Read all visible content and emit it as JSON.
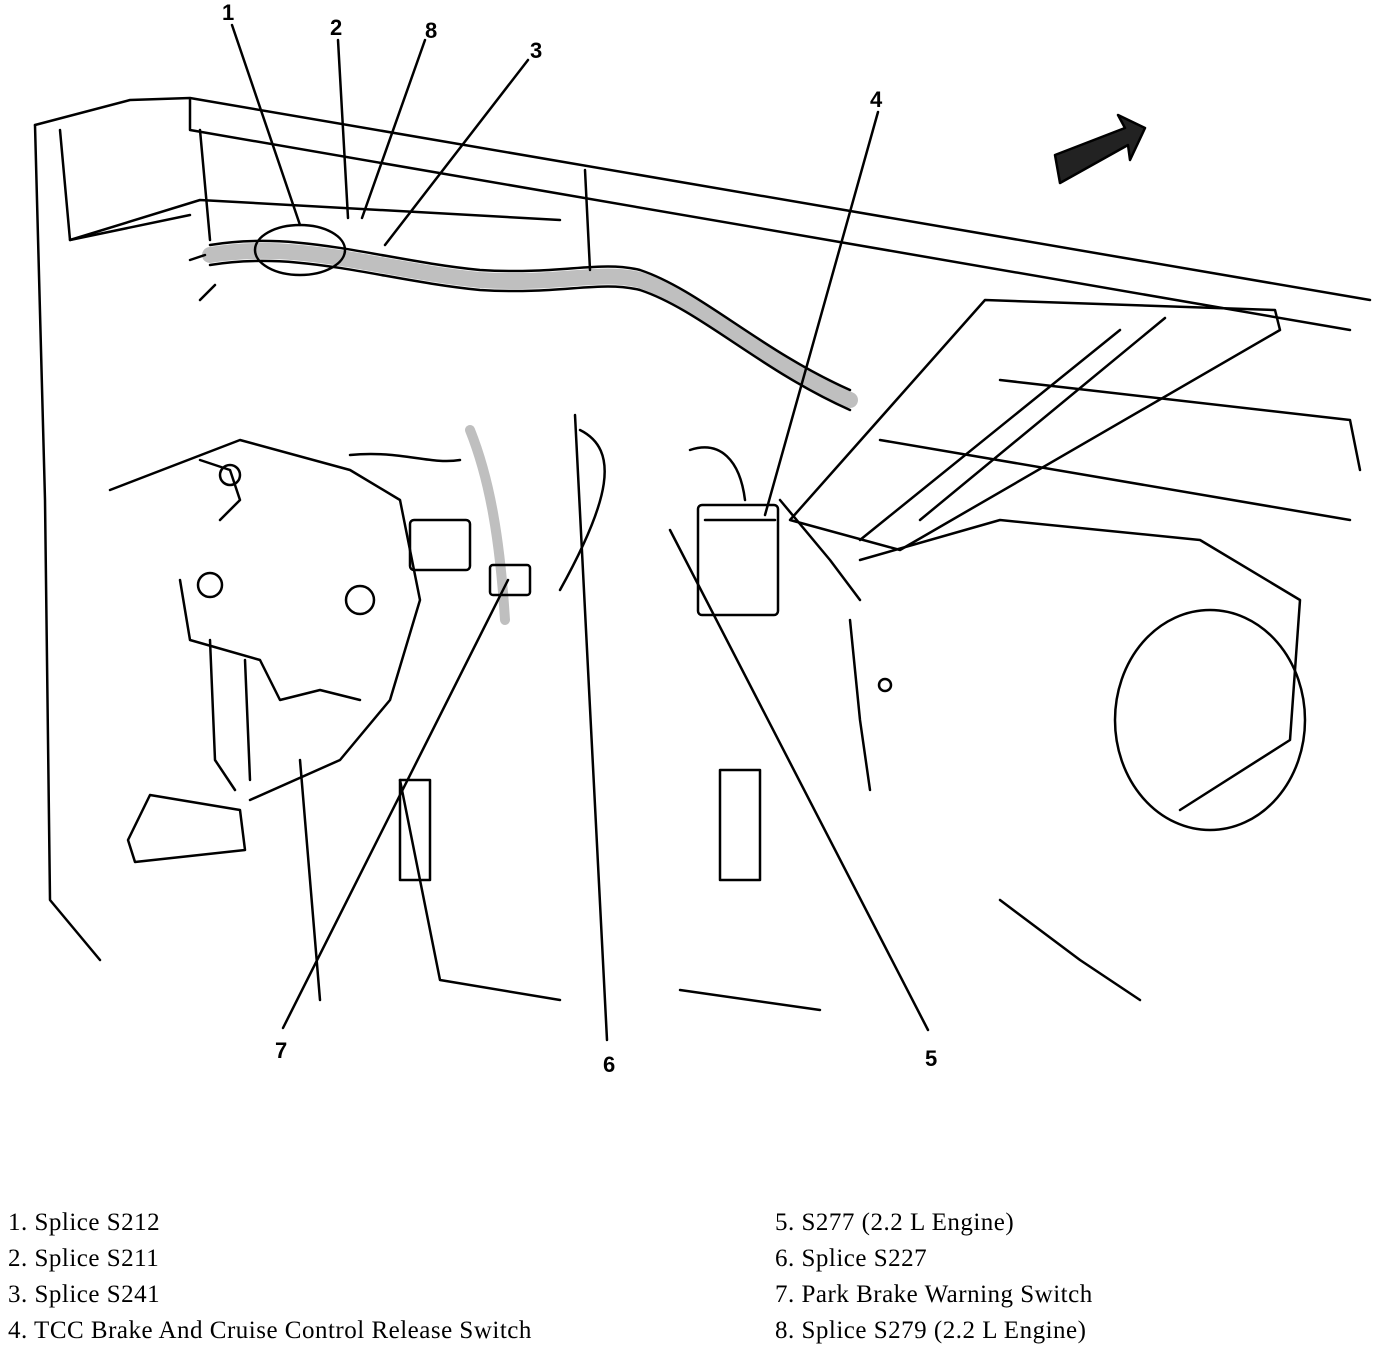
{
  "callouts": [
    "1",
    "2",
    "8",
    "3",
    "4",
    "7",
    "6",
    "5"
  ],
  "legend_left": [
    "1. Splice S212",
    "2. Splice S211",
    "3. Splice S241",
    "4. TCC Brake And Cruise Control Release Switch"
  ],
  "legend_right": [
    "5. S277 (2.2 L Engine)",
    "6. Splice S227",
    "7. Park Brake Warning Switch",
    "8. Splice S279 (2.2 L Engine)"
  ]
}
